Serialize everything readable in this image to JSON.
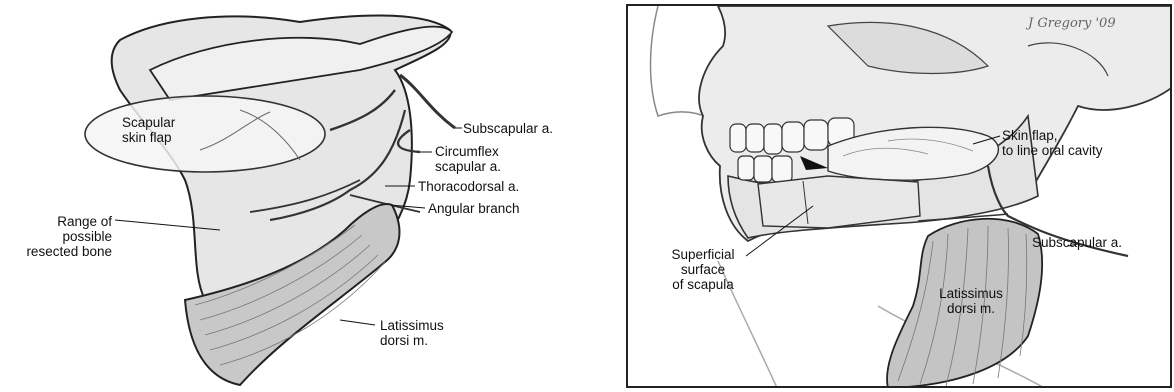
{
  "left_panel": {
    "labels": {
      "scapular_skin_flap": "Scapular\nskin flap",
      "subscapular_a": "Subscapular a.",
      "circumflex_scapular_a": "Circumflex\nscapular a.",
      "thoracodorsal_a": "Thoracodorsal a.",
      "angular_branch": "Angular branch",
      "range_of_resected_bone": "Range of\npossible\nresected bone",
      "latissimus_dorsi_m": "Latissimus\ndorsi m."
    }
  },
  "right_panel": {
    "signature": "J Gregory '09",
    "labels": {
      "skin_flap_line_oral_cavity": "Skin flap,\nto line oral cavity",
      "subscapular_a": "Subscapular a.",
      "superficial_surface_of_scapula": "Superficial\nsurface\nof scapula",
      "latissimus_dorsi_m": "Latissimus\ndorsi m."
    }
  },
  "colors": {
    "line": "#222222",
    "bone_fill": "#e6e6e6",
    "muscle_fill": "#bdbdbd",
    "flap_fill": "#f2f2f2"
  }
}
